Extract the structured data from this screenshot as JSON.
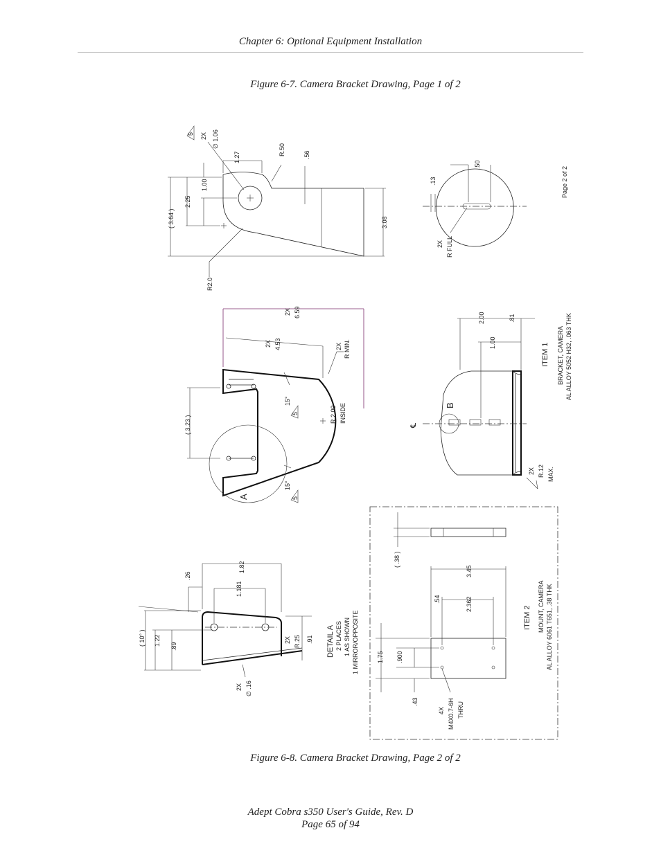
{
  "header": {
    "chapter": "Chapter 6: Optional Equipment Installation"
  },
  "figures": {
    "caption_1": "Figure 6-7. Camera Bracket Drawing, Page 1 of 2",
    "caption_2": "Figure 6-8. Camera Bracket Drawing, Page 2 of 2"
  },
  "drawing": {
    "top_view": {
      "note_2x": "2X",
      "dia_106": "∅ 1.06",
      "tri_5": "5",
      "d127": "1.27",
      "r050": "R.50",
      "d056": ".56",
      "d100": "1.00",
      "d225": "2.25",
      "d364": "( 3.64 )",
      "d308": "3.08",
      "r20": "R2.0"
    },
    "center_view": {
      "span_2x": "2X",
      "span_659": "6.59",
      "span_453": "4.53",
      "rmin_2x": "2X",
      "rmin": "R MIN.",
      "d323": "( 3.23 )",
      "deg15a": "15°",
      "deg15b": "15°",
      "r200": "R 2.00",
      "inside": "INSIDE",
      "label_a": "A"
    },
    "hole_view": {
      "d013": ".13",
      "d050": ".50",
      "r_full_2x": "2X",
      "r_full": "R FULL",
      "page_note": "Page 2 of 2"
    },
    "item1": {
      "d200": "2.00",
      "d081": ".81",
      "d100": "1.00",
      "title": "ITEM 1",
      "desc1": "BRACKET, CAMERA",
      "desc2": "AL ALLOY 5052 H32, .063 THK",
      "label_b": "B",
      "cl": "℄",
      "r12_2x": "2X",
      "r12": "R.12",
      "max": "MAX."
    },
    "detail_a": {
      "d026": ".26",
      "d182": "1.82",
      "d1181": "1.181",
      "d10deg": "( 10° )",
      "d122": "1.22",
      "d089": ".89",
      "r25_2x": "2X",
      "r25": "R.25",
      "d091": ".91",
      "dia16_2x": "2X",
      "dia16": "∅ .16",
      "title": "DETAIL  A",
      "note1": "2 PLACES",
      "note2": "1  AS SHOWN",
      "note3": "1  MIRROR/OPPOSITE"
    },
    "item2": {
      "d038": "( .38 )",
      "d345": "3.45",
      "d054": ".54",
      "d2362": "2.362",
      "d175": "1.75",
      "d0900": ".900",
      "d043": ".43",
      "tap_4x": "4X",
      "tap": "M4X0.7-6H",
      "thru": "THRU",
      "title": "ITEM 2",
      "desc1": "MOUNT, CAMERA",
      "desc2": "AL ALLOY 6061 T651, .38 THK"
    }
  },
  "footer": {
    "line1": "Adept Cobra s350 User's Guide, Rev. D",
    "line2": "Page 65 of 94"
  }
}
